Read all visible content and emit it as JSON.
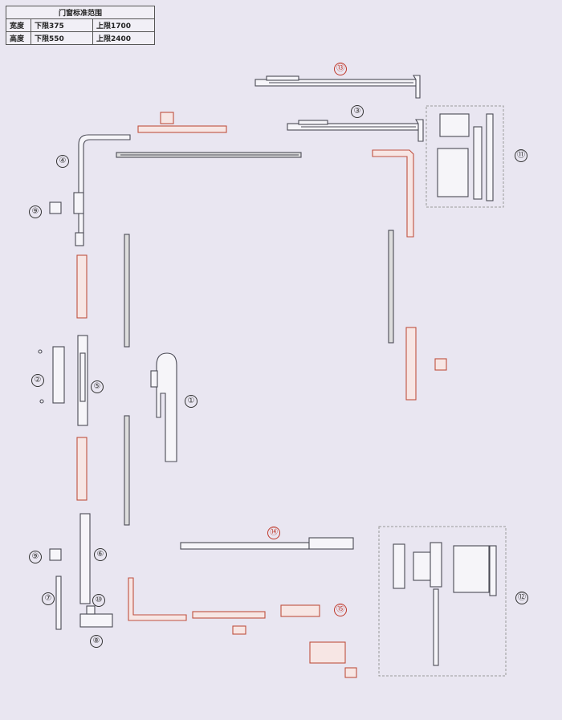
{
  "spec_table": {
    "title": "门窗标准范围",
    "rows": [
      {
        "label": "宽度",
        "lower": "下限375",
        "upper": "上限1700"
      },
      {
        "label": "高度",
        "lower": "下限550",
        "upper": "上限2400"
      }
    ]
  },
  "callouts": {
    "c1": "①",
    "c2": "②",
    "c3": "③",
    "c4": "④",
    "c5": "⑤",
    "c6": "⑥",
    "c7": "⑦",
    "c8": "⑧",
    "c9a": "⑨",
    "c9b": "⑨",
    "c10": "⑩",
    "c11": "⑪",
    "c12": "⑫",
    "c13": "⑬",
    "c14": "⑭",
    "c15": "⑮"
  },
  "colors": {
    "background": "#e9e6f1",
    "part_outline": "#4a4a55",
    "highlight": "#c0503f",
    "dashed_box": "#999999"
  }
}
